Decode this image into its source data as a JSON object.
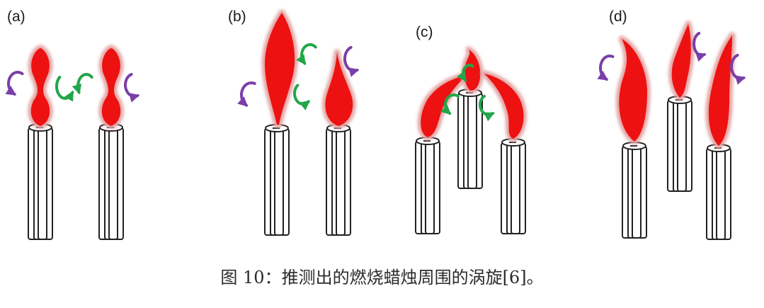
{
  "panels": [
    {
      "label": "(a)"
    },
    {
      "label": "(b)"
    },
    {
      "label": "(c)"
    },
    {
      "label": "(d)"
    }
  ],
  "caption": "图 10：推测出的燃烧蜡烛周围的涡旋[6]。",
  "colors": {
    "flame": "#ee1111",
    "flame_glow": "#e4a6a6",
    "outer_vortex": "#7a3fa8",
    "inner_vortex": "#22a64a",
    "candle_stroke": "#222222"
  },
  "icons": {
    "outer_vortex": "curved-arrow-icon",
    "inner_vortex": "curved-arrow-icon"
  }
}
